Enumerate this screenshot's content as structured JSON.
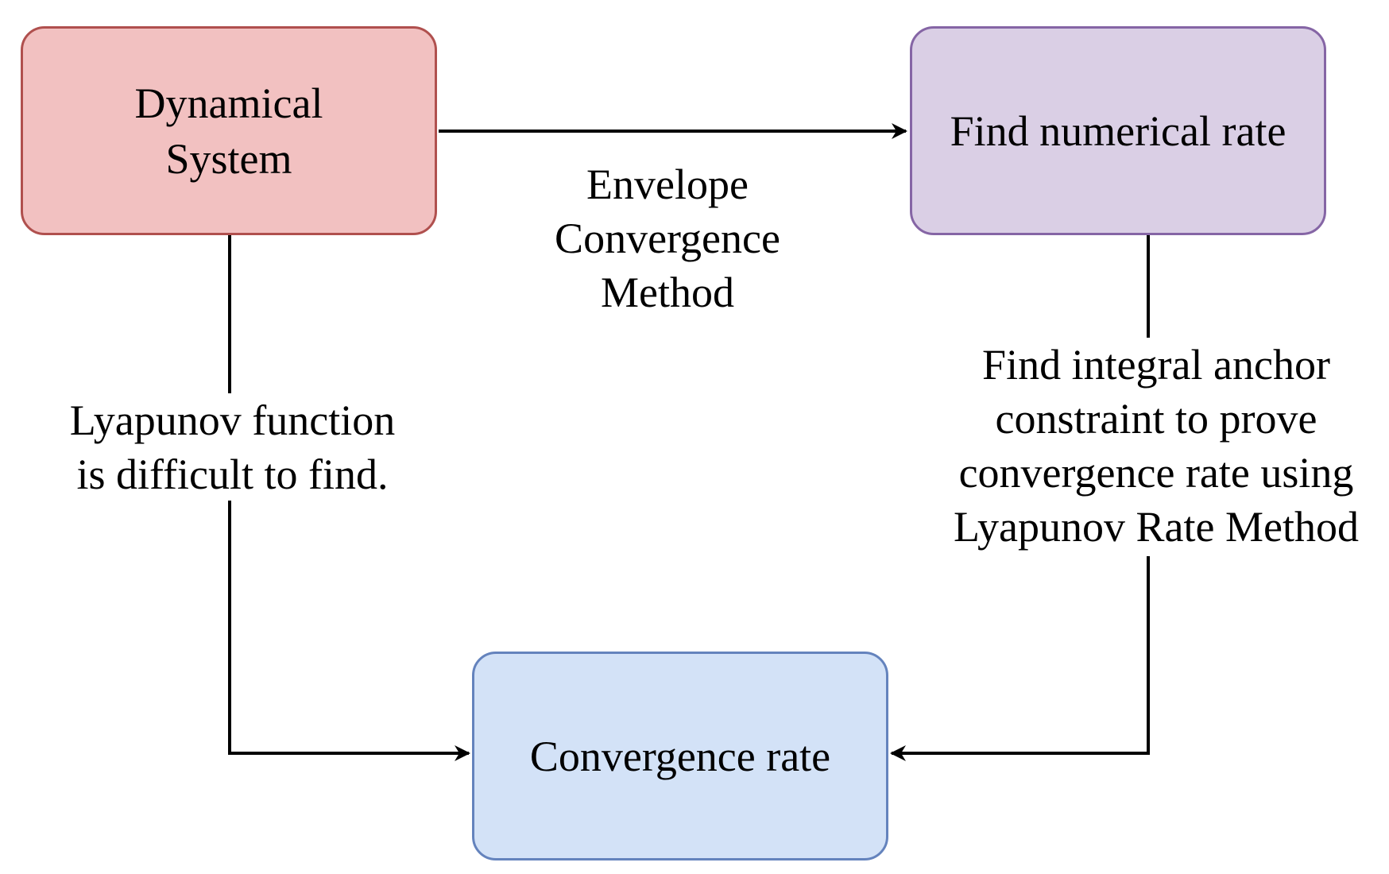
{
  "nodes": {
    "dynamical_system": {
      "line1": "Dynamical",
      "line2": "System",
      "fill": "#f2c1c1",
      "stroke": "#b0504e"
    },
    "numerical_rate": {
      "label": "Find numerical rate",
      "fill": "#dacfe5",
      "stroke": "#8565a5"
    },
    "convergence_rate": {
      "label": "Convergence rate",
      "fill": "#d3e2f7",
      "stroke": "#6483bd"
    }
  },
  "edges": {
    "envelope": {
      "line1": "Envelope",
      "line2": "Convergence",
      "line3": "Method"
    },
    "lyapunov_function": {
      "line1": "Lyapunov function",
      "line2": "is difficult to find."
    },
    "anchor_constraint": {
      "line1": "Find integral anchor",
      "line2": "constraint to prove",
      "line3": "convergence rate using",
      "line4": "Lyapunov Rate Method"
    }
  }
}
